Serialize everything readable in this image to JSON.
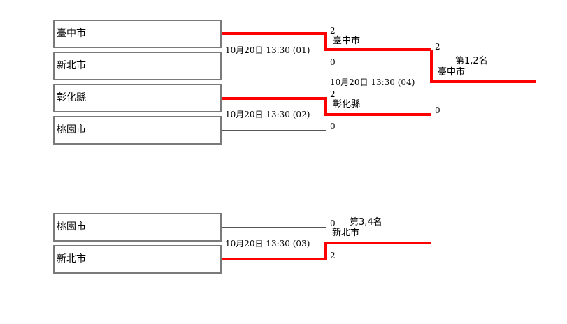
{
  "upper_bracket": {
    "teams": [
      "臺中市",
      "新北市",
      "彰化縣",
      "桃園市"
    ],
    "match1": {
      "label": "10月20日 13:30 (01)",
      "score_top": "2",
      "score_bottom": "0",
      "winner": "臺中市"
    },
    "match2": {
      "label": "10月20日 13:30 (02)",
      "score_top": "2",
      "score_bottom": "0",
      "winner": "彰化縣"
    },
    "final": {
      "label": "10月20日 13:30 (04)",
      "score_top": "2",
      "score_bottom": "0",
      "title": "第1,2名",
      "winner": "臺中市"
    }
  },
  "lower_bracket": {
    "teams": [
      "桃園市",
      "新北市"
    ],
    "match3": {
      "label": "10月20日 13:30 (03)",
      "score_top": "0",
      "score_bottom": "2",
      "title": "第3,4名",
      "winner": "新北市"
    }
  },
  "colors": {
    "winner_line": "#ff0000",
    "bracket_line": "#555555",
    "box_border": "#7a7a7a"
  }
}
